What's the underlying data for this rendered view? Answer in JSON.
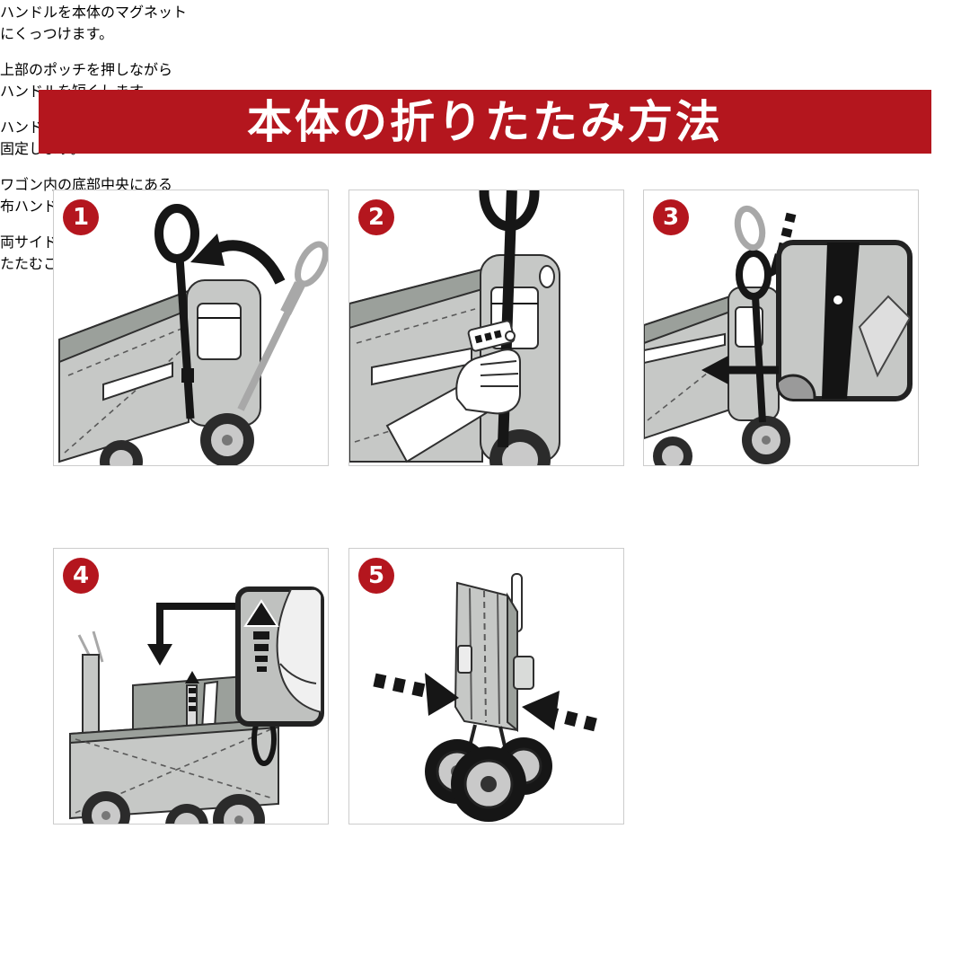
{
  "title": "本体の折りたたみ方法",
  "colors": {
    "accent": "#b4161e",
    "panel_border": "#cccccc",
    "caption_text": "#1e1e1e",
    "illustration_gray": "#c6c8c6"
  },
  "steps": [
    {
      "number": "1",
      "caption_lines": [
        "ハンドルを本体のマグネット",
        "にくっつけます。"
      ]
    },
    {
      "number": "2",
      "caption_lines": [
        "上部のポッチを押しながら",
        "ハンドルを短くします。"
      ]
    },
    {
      "number": "3",
      "caption_lines": [
        "ハンドルを下部のポッチで",
        "固定します。"
      ]
    },
    {
      "number": "4",
      "caption_lines": [
        "ワゴン内の底部中央にある",
        "布ハンドルを押し上げます。"
      ]
    },
    {
      "number": "5",
      "caption_lines": [
        "両サイドを押し込むと折り",
        "たたむことができます。"
      ]
    }
  ]
}
